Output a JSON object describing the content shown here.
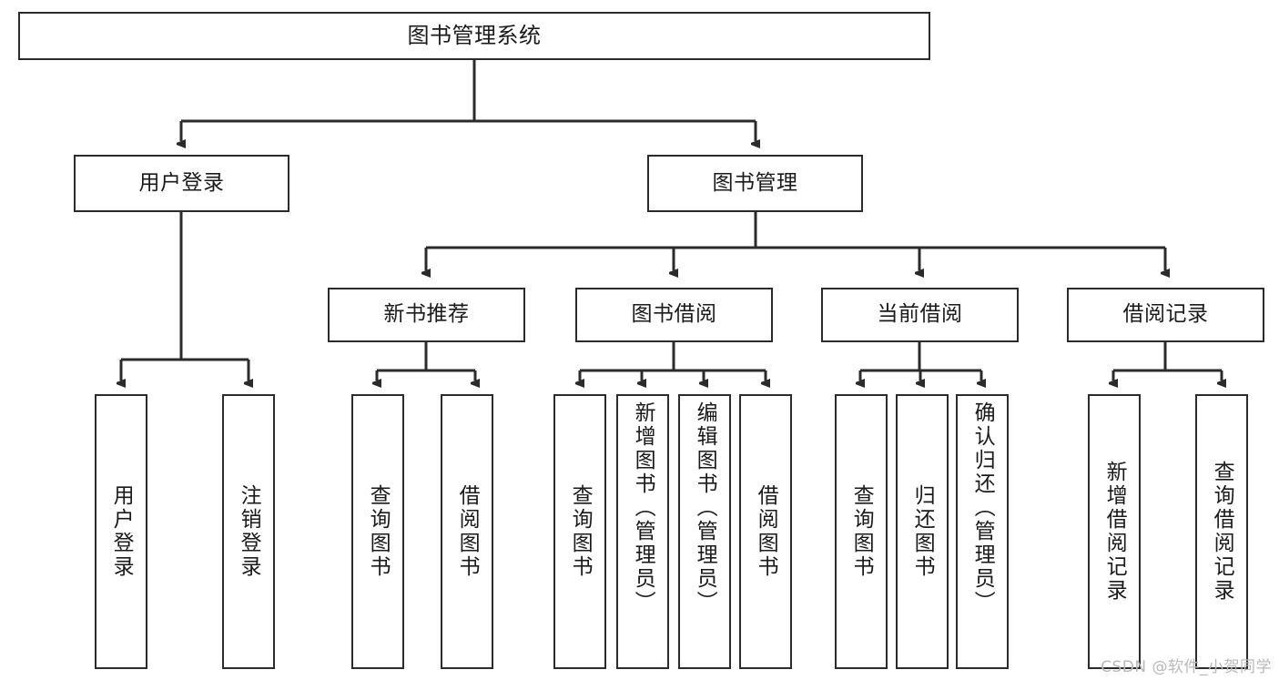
{
  "diagram": {
    "title": "图书管理系统",
    "type": "tree",
    "watermark": "CSDN @软件_小贺同学",
    "stroke_color": "#2b2b2b",
    "fill_color": "#ffffff",
    "text_color": "#1a1a1a"
  },
  "nodes": {
    "root": {
      "label": "图书管理系统"
    },
    "level1": [
      {
        "id": "user-login",
        "label": "用户登录"
      },
      {
        "id": "book-manage",
        "label": "图书管理"
      }
    ],
    "level2": [
      {
        "id": "new-book-recommend",
        "label": "新书推荐"
      },
      {
        "id": "book-borrow",
        "label": "图书借阅"
      },
      {
        "id": "current-borrow",
        "label": "当前借阅"
      },
      {
        "id": "borrow-record",
        "label": "借阅记录"
      }
    ],
    "leaves": {
      "user_login": [
        {
          "id": "leaf-user-login",
          "label": "用户登录"
        },
        {
          "id": "leaf-logout-login",
          "label": "注销登录"
        }
      ],
      "new_book_recommend": [
        {
          "id": "leaf-query-book-1",
          "label": "查询图书"
        },
        {
          "id": "leaf-borrow-book-1",
          "label": "借阅图书"
        }
      ],
      "book_borrow": [
        {
          "id": "leaf-query-book-2",
          "label": "查询图书"
        },
        {
          "id": "leaf-add-book",
          "label": "新增图书（管理员）"
        },
        {
          "id": "leaf-edit-book",
          "label": "编辑图书（管理员）"
        },
        {
          "id": "leaf-borrow-book-2",
          "label": "借阅图书"
        }
      ],
      "current_borrow": [
        {
          "id": "leaf-query-book-3",
          "label": "查询图书"
        },
        {
          "id": "leaf-return-book",
          "label": "归还图书"
        },
        {
          "id": "leaf-confirm-return",
          "label": "确认归还（管理员）"
        }
      ],
      "borrow_record": [
        {
          "id": "leaf-add-record",
          "label": "新增借阅记录"
        },
        {
          "id": "leaf-query-record",
          "label": "查询借阅记录"
        }
      ]
    }
  }
}
